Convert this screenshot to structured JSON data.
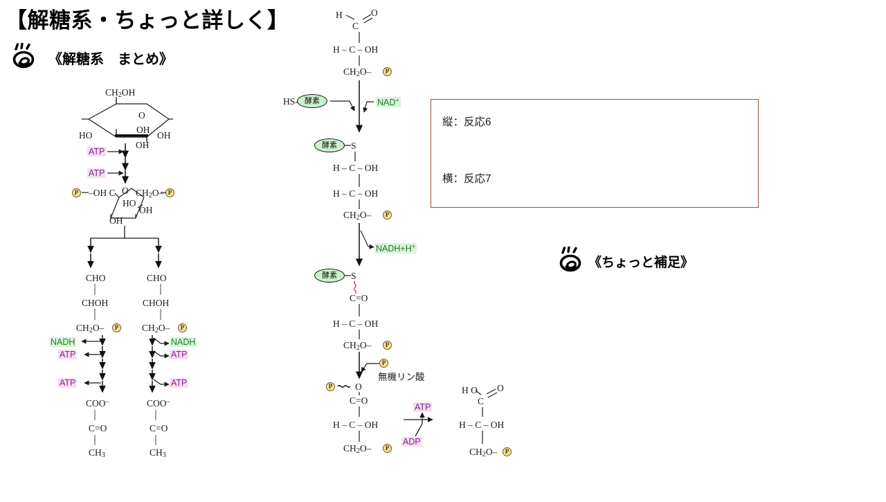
{
  "header": {
    "title": "【解糖系・ちょっと詳しく】",
    "subtitle": "《解糖系　まとめ》",
    "doodle_icon": "hand-drawn-eye-icon"
  },
  "note_heading": {
    "text": "《ちょっと補足》",
    "doodle_icon": "hand-drawn-eye-icon"
  },
  "red_box": {
    "border_color": "#a04a42",
    "lines": [
      "縦：反応6",
      "横：反応7"
    ]
  },
  "palette": {
    "atp_text": "#7a2a8a",
    "atp_highlight": "#f7dcef",
    "nad_text": "#1f7a2f",
    "nad_highlight": "#d9f4d9",
    "phosphate_fill": "#f6e39b",
    "phosphate_border": "#6b5a12",
    "enzyme_fill": "#cdf0cd",
    "bond": "#2a2a2a",
    "box_border": "#a04a42"
  },
  "summary_pathway": {
    "glucose": {
      "name": "glucose-haworth-ring",
      "labels": [
        "CH2OH",
        "O",
        "OH",
        "HO",
        "OH",
        "OH"
      ]
    },
    "atp_steps": [
      "ATP",
      "ATP"
    ],
    "fructose_bisphosphate": {
      "name": "fructose-1,6-bisphosphate-ring",
      "labels": [
        "P",
        "OH",
        "C",
        "O",
        "CH2O",
        "P",
        "HO",
        "OH",
        "OH"
      ]
    },
    "branches": [
      {
        "name": "left-branch",
        "molecule_top": [
          "CHO",
          "CHOH",
          "CH2O",
          "P"
        ],
        "outputs": [
          "NADH",
          "ATP",
          "ATP"
        ],
        "molecule_bottom": [
          "COO-",
          "C=O",
          "CH3"
        ]
      },
      {
        "name": "right-branch",
        "molecule_top": [
          "CHO",
          "CHOH",
          "CH2O",
          "P"
        ],
        "outputs": [
          "NADH",
          "ATP",
          "ATP"
        ],
        "molecule_bottom": [
          "COO-",
          "C=O",
          "CH3"
        ]
      }
    ]
  },
  "detail_pathway": {
    "step1_g3p": {
      "name": "glyceraldehyde-3-phosphate",
      "atoms": [
        "H",
        "C",
        "O",
        "H",
        "C",
        "OH",
        "CH2O",
        "P"
      ]
    },
    "reactants_1": {
      "enzyme_label": "酵素",
      "enzyme_thiol_prefix": "HS-",
      "cofactor": "NAD+"
    },
    "step2_thiohemiacetal": {
      "name": "enzyme-bound-thiohemiacetal",
      "enzyme_label": "酵素",
      "sulfur": "S",
      "atoms": [
        "H",
        "C",
        "OH",
        "H",
        "C",
        "OH",
        "CH2O",
        "P"
      ]
    },
    "product_1": "NADH+H+",
    "step3_thioester": {
      "name": "enzyme-thioester",
      "enzyme_label": "酵素",
      "sulfur": "S",
      "atoms": [
        "C",
        "O",
        "H",
        "C",
        "OH",
        "CH2O",
        "P"
      ]
    },
    "reactant_2": {
      "label": "無機リン酸",
      "symbol": "P"
    },
    "step4_bpg": {
      "name": "1,3-bisphosphoglycerate",
      "phosphate": "P",
      "atoms": [
        "O",
        "C",
        "O",
        "H",
        "C",
        "OH",
        "CH2O",
        "P"
      ]
    },
    "transfer": {
      "in": "ADP",
      "out": "ATP"
    },
    "step5_3pg": {
      "name": "3-phosphoglycerate",
      "atoms": [
        "HO",
        "C",
        "O",
        "H",
        "C",
        "OH",
        "CH2O",
        "P"
      ]
    }
  }
}
